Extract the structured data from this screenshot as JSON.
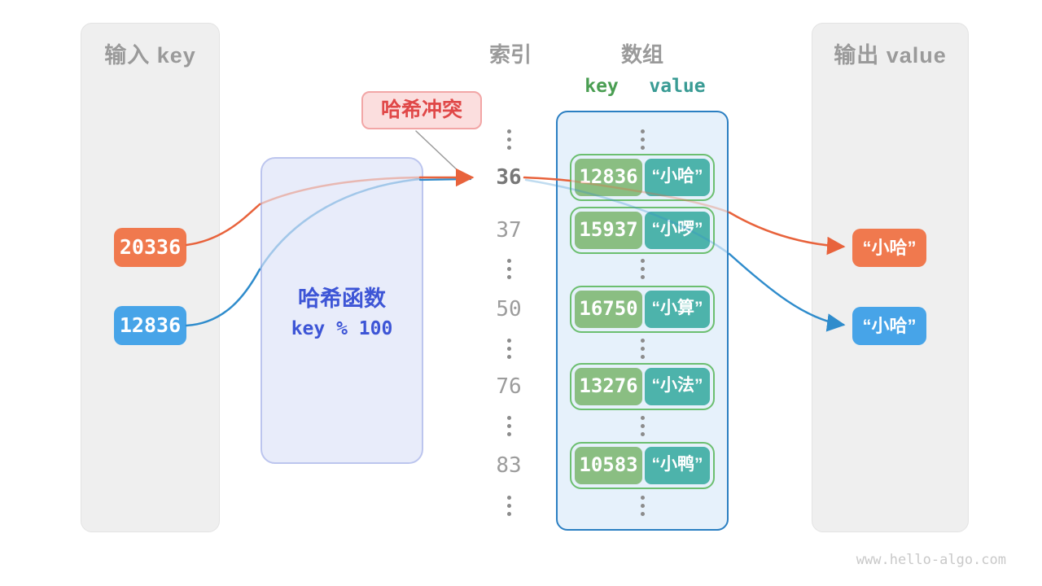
{
  "watermark": "www.hello-algo.com",
  "colors": {
    "orange": "#e8633c",
    "orange_fill": "#f0794e",
    "blue": "#2f8ccc",
    "blue_fill": "#47a4e8",
    "gray_line": "#9a9a9a"
  },
  "input_panel": {
    "title": "输入 key",
    "keys": [
      "20336",
      "12836"
    ]
  },
  "hash_box": {
    "title": "哈希函数",
    "formula": "key % 100"
  },
  "collision": {
    "label": "哈希冲突"
  },
  "index_column": {
    "title": "索引",
    "rows": [
      "36",
      "37",
      "50",
      "76",
      "83"
    ]
  },
  "array_column": {
    "title": "数组",
    "key_header": "key",
    "value_header": "value",
    "pairs": [
      {
        "key": "12836",
        "value": "“小哈”"
      },
      {
        "key": "15937",
        "value": "“小啰”"
      },
      {
        "key": "16750",
        "value": "“小算”"
      },
      {
        "key": "13276",
        "value": "“小法”"
      },
      {
        "key": "10583",
        "value": "“小鸭”"
      }
    ]
  },
  "output_panel": {
    "title": "输出 value",
    "values": [
      "“小哈”",
      "“小哈”"
    ]
  }
}
